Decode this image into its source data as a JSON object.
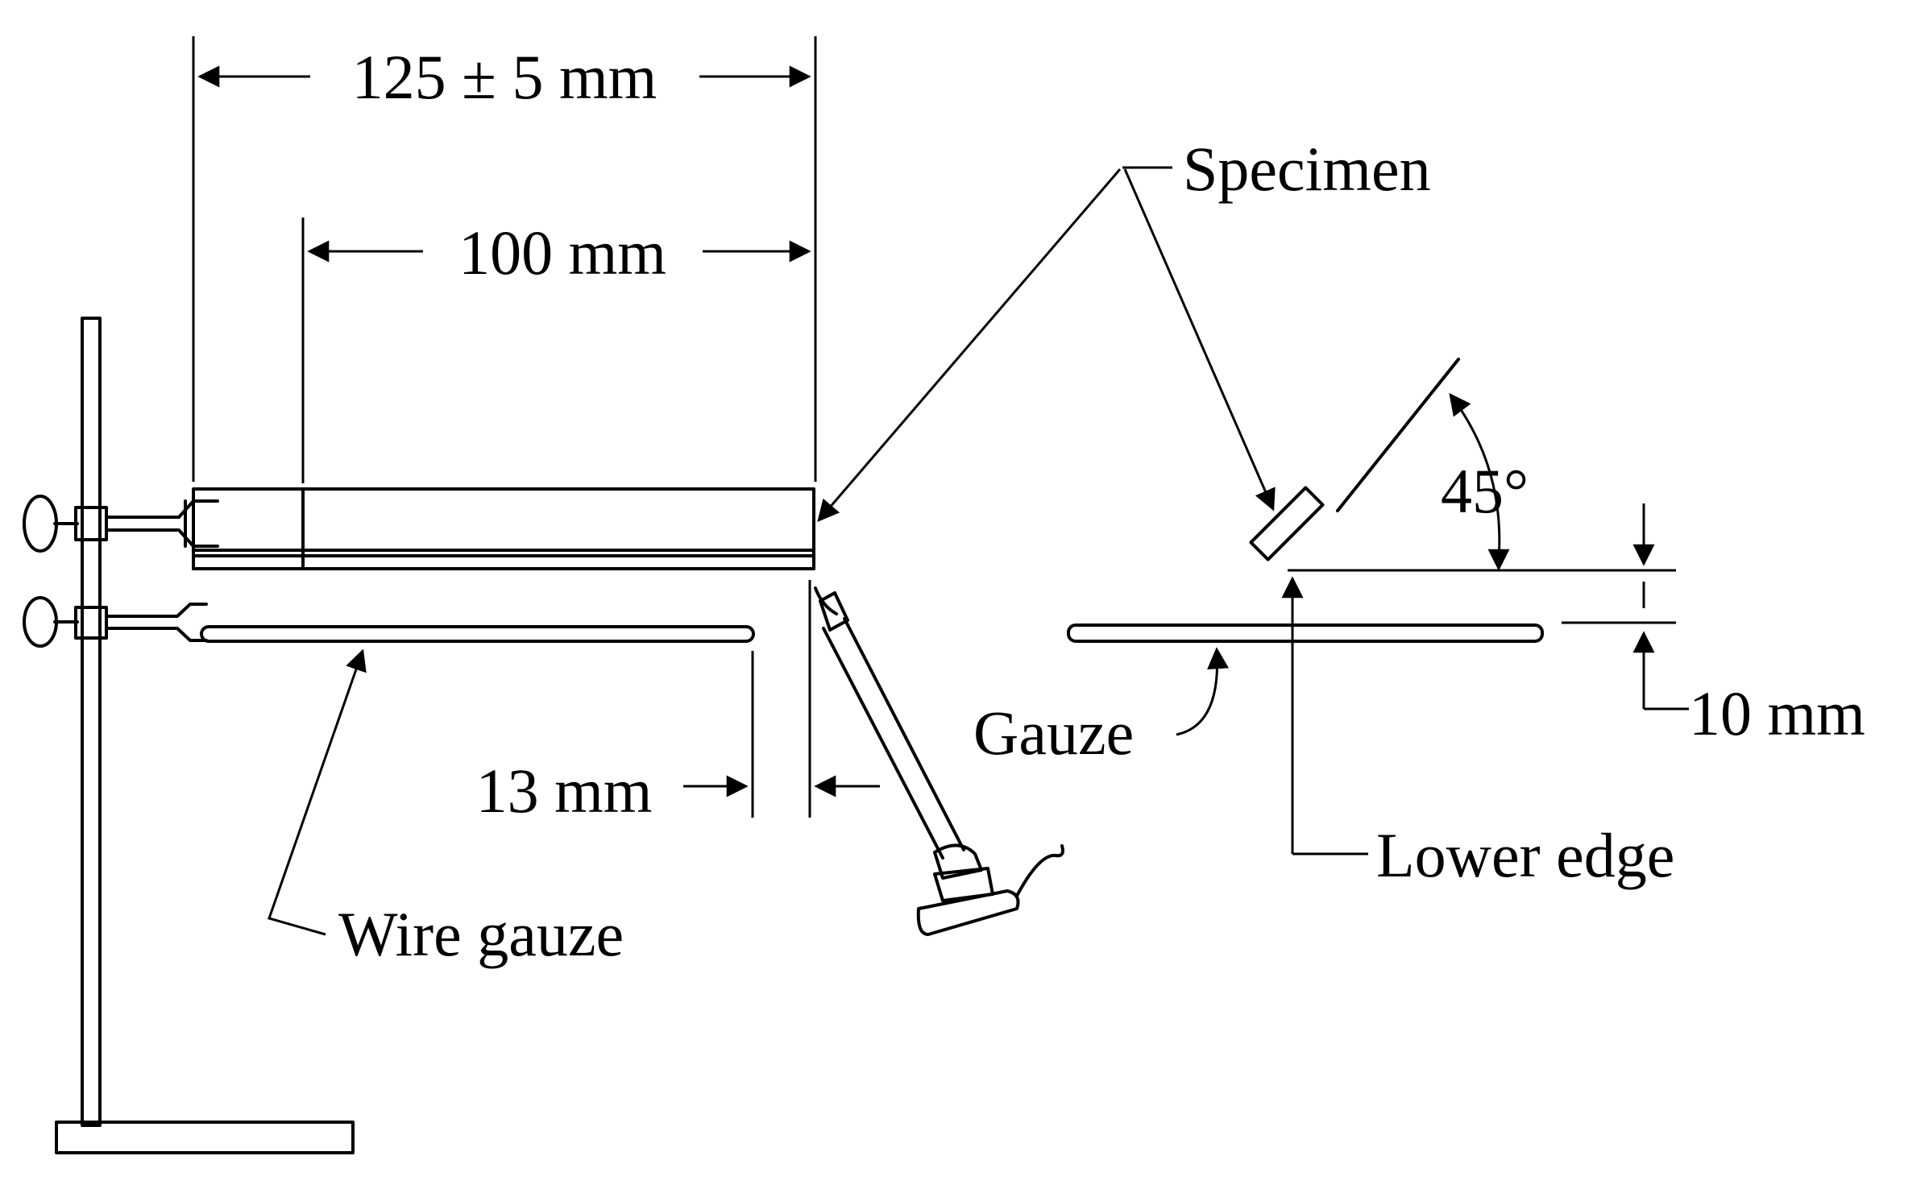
{
  "labels": {
    "overall_length": "125 ± 5 mm",
    "clamp_free_length": "100 mm",
    "specimen": "Specimen",
    "angle": "45°",
    "gap_below_edge": "10 mm",
    "gauze": "Gauze",
    "lower_edge": "Lower edge",
    "burner_offset": "13 mm",
    "wire_gauze": "Wire gauze"
  },
  "colors": {
    "ink": "#000000",
    "background": "#ffffff"
  }
}
